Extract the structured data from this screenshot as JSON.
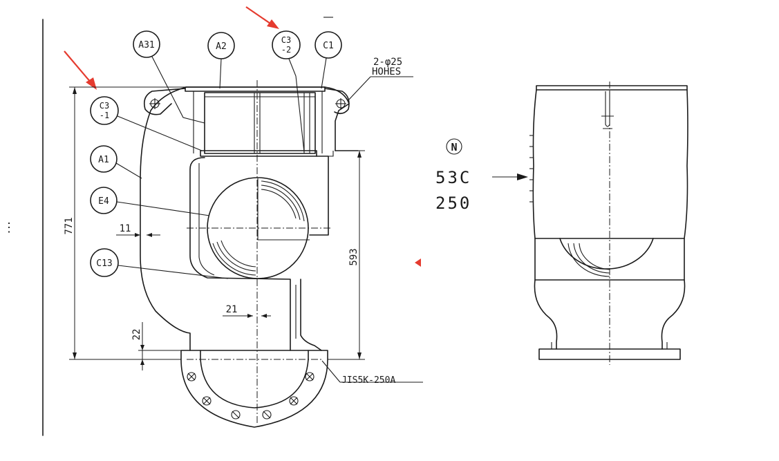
{
  "callouts": {
    "a31": "A31",
    "a2": "A2",
    "c3_2_top": "C3",
    "c3_2_bot": "-2",
    "c1": "C1",
    "c3_1_top": "C3",
    "c3_1_bot": "-1",
    "a1": "A1",
    "e4": "E4",
    "c13": "C13"
  },
  "notes": {
    "holes_line1": "2-φ25",
    "holes_line2": "HOHES",
    "flange_spec": "JIS5K-250A"
  },
  "dimensions": {
    "overall_height": "771",
    "lower_height": "593",
    "wall_11": "11",
    "wall_21": "21",
    "flange_22": "22"
  },
  "designation": {
    "north_symbol": "N",
    "code": "53C",
    "size": "250"
  },
  "colors": {
    "ink": "#1a1a1a",
    "marker": "#e53b2f"
  },
  "side_glyph": "⋮"
}
